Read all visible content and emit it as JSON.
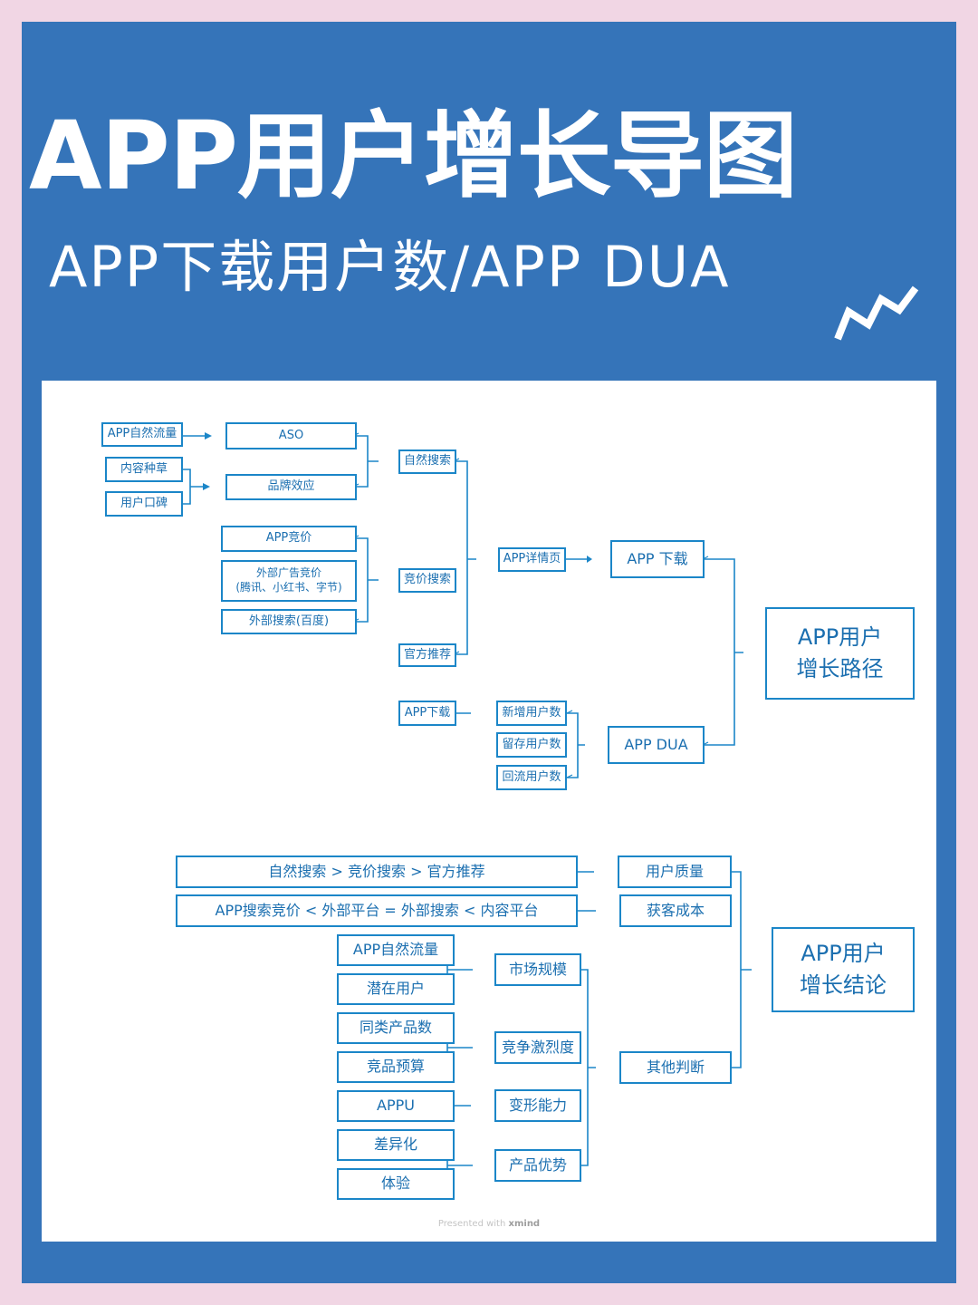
{
  "title": "APP用户增长导图",
  "subtitle": "APP下载用户数/APP DUA",
  "footer": {
    "prefix": "Presented with",
    "brand": "xmind"
  },
  "map1": {
    "sources": {
      "natural_traffic": "APP自然流量",
      "content_seeding": "内容种草",
      "word_of_mouth": "用户口碑",
      "app_bidding": "APP竞价",
      "ext_ad_line1": "外部广告竞价",
      "ext_ad_line2": "(腾讯、小红书、字节)",
      "ext_search": "外部搜索(百度)",
      "app_download_small": "APP下载"
    },
    "mid": {
      "aso": "ASO",
      "brand_effect": "品牌效应",
      "natural_search": "自然搜索",
      "bid_search": "竞价搜索",
      "official_recommend": "官方推荐",
      "app_detail": "APP详情页",
      "new_users": "新增用户数",
      "retained_users": "留存用户数",
      "returning_users": "回流用户数"
    },
    "outcomes": {
      "download": "APP 下载",
      "dua": "APP DUA"
    },
    "root": {
      "line1": "APP用户",
      "line2": "增长路径"
    }
  },
  "map2": {
    "ranking1": "自然搜索  >  竞价搜索  >  官方推荐",
    "ranking2": "APP搜索竞价  <  外部平台  =  外部搜索  <  内容平台",
    "factors": {
      "natural_traffic": "APP自然流量",
      "potential_users": "潜在用户",
      "similar_products": "同类产品数",
      "competitor_budget": "竞品预算",
      "appu": "APPU",
      "differentiation": "差异化",
      "experience": "体验"
    },
    "dimensions": {
      "market_size": "市场规模",
      "competition": "竞争激烈度",
      "adaptability": "变形能力",
      "product_advantage": "产品优势"
    },
    "criteria": {
      "user_quality": "用户质量",
      "acquisition_cost": "获客成本",
      "other": "其他判断"
    },
    "root": {
      "line1": "APP用户",
      "line2": "增长结论"
    }
  },
  "colors": {
    "page_bg": "#f1d6e4",
    "panel_bg": "#3574b9",
    "node_border": "#1b86c8",
    "node_text": "#1b6fb0"
  }
}
